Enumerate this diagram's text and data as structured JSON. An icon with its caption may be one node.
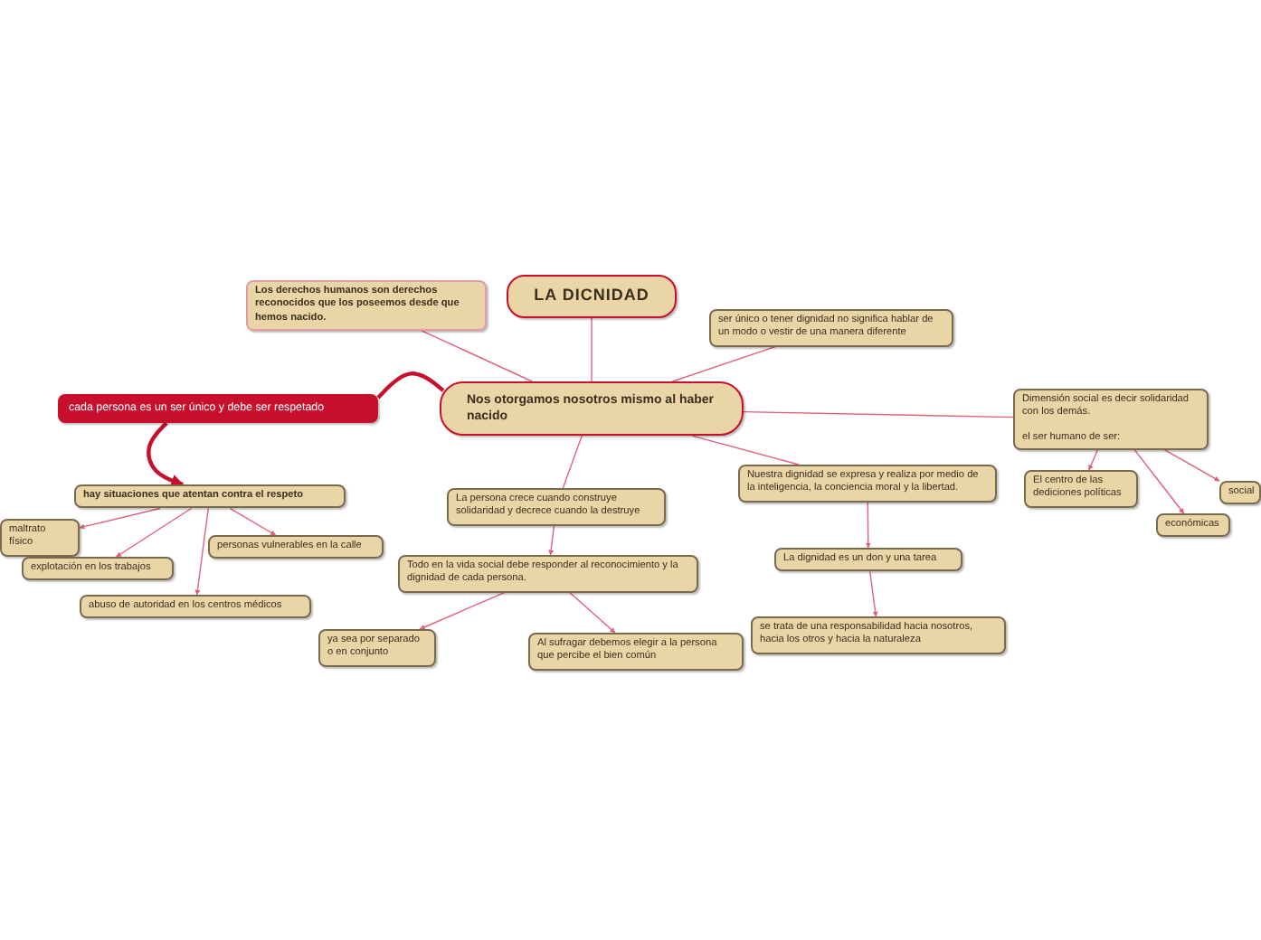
{
  "diagram": {
    "nodes": [
      {
        "text": [
          "LA DICNIDAD"
        ]
      },
      {
        "text": [
          "Nos otorgamos nosotros mismo al haber nacido"
        ]
      },
      {
        "text": [
          "Los derechos humanos son derechos reconocidos que los poseemos desde que hemos nacido."
        ]
      },
      {
        "text": [
          "ser único o tener dignidad no significa hablar de un modo o vestir de una manera diferente"
        ]
      },
      {
        "text": [
          "cada persona es un ser único y debe ser respetado"
        ]
      },
      {
        "text": [
          "hay situaciones que atentan contra el respeto"
        ]
      },
      {
        "text": [
          "maltrato físico"
        ]
      },
      {
        "text": [
          "explotación en los trabajos"
        ]
      },
      {
        "text": [
          "personas vulnerables en la calle"
        ]
      },
      {
        "text": [
          "abuso de autoridad en los centros médicos"
        ]
      },
      {
        "text": [
          "La persona crece cuando construye solidaridad y decrece cuando la destruye"
        ]
      },
      {
        "text": [
          "Todo en la vida social debe responder al reconocimiento y la dignidad de cada persona."
        ]
      },
      {
        "text": [
          "ya sea por separado o en conjunto"
        ]
      },
      {
        "text": [
          "Al sufragar debemos elegir a la persona que percibe el bien común"
        ]
      },
      {
        "text": [
          "Nuestra dignidad se expresa y realiza por medio de la inteligencia, la conciencia moral y la libertad."
        ]
      },
      {
        "text": [
          "La dignidad es un don y una tarea"
        ]
      },
      {
        "text": [
          "se trata de una responsabilidad hacia nosotros, hacia los otros y hacia la naturaleza"
        ]
      },
      {
        "text": [
          "Dimensión social es decir solidaridad con los demás.",
          "el ser humano de ser:"
        ]
      },
      {
        "text": [
          "El centro de las dediciones políticas"
        ]
      },
      {
        "text": [
          "económicas"
        ]
      },
      {
        "text": [
          "social"
        ]
      }
    ],
    "edges": [
      {
        "from": 1,
        "to": 0,
        "arrow": "none"
      },
      {
        "from": 1,
        "to": 2,
        "arrow": "none"
      },
      {
        "from": 1,
        "to": 3,
        "arrow": "none"
      },
      {
        "from": 1,
        "to": 4,
        "arrow": "none",
        "style": "thick",
        "color": "#c8102e"
      },
      {
        "from": 4,
        "to": 5,
        "arrow": "to",
        "style": "thick",
        "color": "#c8102e"
      },
      {
        "from": 5,
        "to": 6,
        "arrow": "to"
      },
      {
        "from": 5,
        "to": 7,
        "arrow": "to"
      },
      {
        "from": 5,
        "to": 8,
        "arrow": "to"
      },
      {
        "from": 5,
        "to": 9,
        "arrow": "to"
      },
      {
        "from": 1,
        "to": 10,
        "arrow": "none"
      },
      {
        "from": 10,
        "to": 11,
        "arrow": "to"
      },
      {
        "from": 11,
        "to": 12,
        "arrow": "to"
      },
      {
        "from": 11,
        "to": 13,
        "arrow": "to"
      },
      {
        "from": 1,
        "to": 14,
        "arrow": "none"
      },
      {
        "from": 14,
        "to": 15,
        "arrow": "to"
      },
      {
        "from": 15,
        "to": 16,
        "arrow": "to"
      },
      {
        "from": 1,
        "to": 17,
        "arrow": "none"
      },
      {
        "from": 17,
        "to": 18,
        "arrow": "to"
      },
      {
        "from": 17,
        "to": 19,
        "arrow": "to"
      },
      {
        "from": 17,
        "to": 20,
        "arrow": "to"
      }
    ]
  }
}
